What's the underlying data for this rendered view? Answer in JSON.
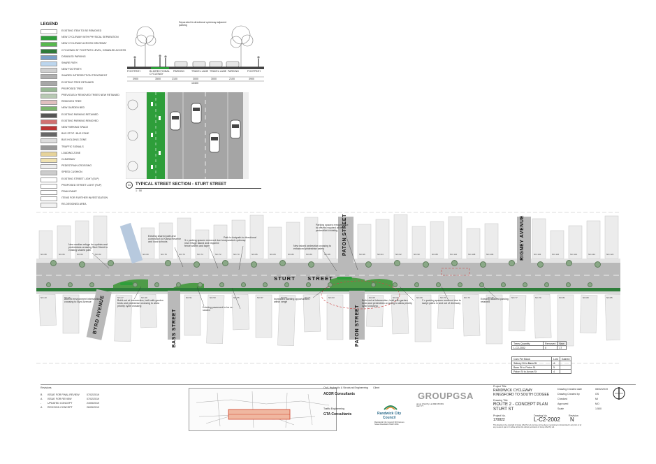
{
  "legend": {
    "title": "LEGEND",
    "items": [
      {
        "label": "EXISTING ITEM TO BE REMOVED",
        "color": "#ffffff"
      },
      {
        "label": "NEW CYCLEWAY WITH PHYSICAL SEPARATION",
        "color": "#2e9e3a"
      },
      {
        "label": "NEW CYCLEWAY ACROSS DRIVEWAY",
        "color": "#58b84e"
      },
      {
        "label": "CYCLEWAY AT FOOTPATH LEVEL, DISABLED ACCESS",
        "color": "#2f7a3a"
      },
      {
        "label": "DISABLED PARKING",
        "color": "#7aa0c8"
      },
      {
        "label": "SHARE PATH",
        "color": "#bcd6ee"
      },
      {
        "label": "NEW FOOTPATH",
        "color": "#cfcfcf"
      },
      {
        "label": "SHARED INTERSECTION TREATMENT",
        "color": "#b0b0b0"
      },
      {
        "label": "EXISTING TREE RETAINED",
        "color": "#a7a7a7"
      },
      {
        "label": "PROPOSED TREE",
        "color": "#97b894"
      },
      {
        "label": "PREVIOUSLY REMOVED TREES NEW RETAINED",
        "color": "#b7c9b3"
      },
      {
        "label": "REMOVED TREE",
        "color": "#e0bfbf"
      },
      {
        "label": "NEW GARDEN BED",
        "color": "#7bb56d"
      },
      {
        "label": "EXISTING PARKING RETAINED",
        "color": "#555555"
      },
      {
        "label": "EXISTING PARKING REMOVED",
        "color": "#d07070"
      },
      {
        "label": "NEW PARKING SPACE",
        "color": "#bb3333"
      },
      {
        "label": "BUS STOP / BUS ZONE",
        "color": "#666666"
      },
      {
        "label": "BUS HOLDING ZONE",
        "color": "#dddddd"
      },
      {
        "label": "TRAFFIC SIGNALS",
        "color": "#999999"
      },
      {
        "label": "LOADING ZONE",
        "color": "#e6d39a"
      },
      {
        "label": "CLEARWAY",
        "color": "#f0e2b0"
      },
      {
        "label": "PEDESTRIAN CROSSING",
        "color": "#eeeeee"
      },
      {
        "label": "SPEED CUSHION",
        "color": "#cccccc"
      },
      {
        "label": "EXISTING STREET LIGHT (ELP)",
        "color": "#ffffff"
      },
      {
        "label": "PROPOSED STREET LIGHT (RLP)",
        "color": "#ffffff"
      },
      {
        "label": "PRAM RAMP",
        "color": "#ffffff"
      },
      {
        "label": "ITEMS FOR FURTHER INVESTIGATION",
        "color": "#ffffff"
      },
      {
        "label": "RE-DESIGNED AREA",
        "color": "#f2f2f2"
      }
    ]
  },
  "section": {
    "title": "TYPICAL STREET SECTION - STURT STREET",
    "number": "01",
    "scale": "1 : 50",
    "note": "Separated bi-directional cycleway adjacent parking",
    "labels": [
      "FOOTPATH",
      "BI-DIRECTIONAL CYCLEWAY",
      "PARKING",
      "TRAVEL LANE",
      "TRAVEL LANE",
      "PARKING",
      "FOOTPATH"
    ],
    "dims": [
      "3900",
      "3500",
      "2100",
      "3000",
      "3000",
      "2100",
      "3900"
    ],
    "total": "13400"
  },
  "plan": {
    "streets": {
      "sturt": "STURT STREET",
      "byrd": "BYRD AVENUE",
      "bass": "BASS STREET",
      "paton_top": "PATON STREET",
      "paton_bottom": "PATON STREET",
      "rigney": "RIGNEY AVENUE"
    },
    "notes": [
      "New median refuge for cyclists and pedestrians crossing Sturt Street to existing shared path",
      "Existing shared path and connection to Kiama Reserve and local schools",
      "3 x parking spaces removed due to new refuge island and required fence widths and taper",
      "Path to footpath to directional separated cycleway",
      "New raised pedestrian crossing to enhanced pedestrian safety",
      "Parking spaces removed due to offsets required at new pedestrian crossing",
      "Altered environment intersection crossing to Byrd Avenue",
      "Build-out at intersection, built with garden beds and pedestrian crossing to allow priority cycle crossing",
      "Existing pavement to be re-sealed",
      "Increased planting opportunities within verge",
      "Build-out at intersection, built with garden beds and pedestrian crossing to allow priority cycle crossing",
      "2 x parking spaces removed due to swept paths in and out of driveway",
      "Existing disabled parking retained"
    ],
    "lots_top": [
      "NO.68",
      "NO.66",
      "NO.64",
      "NO.62",
      "NO.60",
      "NO.78",
      "NO.76",
      "NO.74",
      "NO.72",
      "NO.70",
      "NO.86",
      "NO.84",
      "NO.82",
      "NO.80",
      "NO.98",
      "NO.96",
      "NO.94",
      "NO.92",
      "NO.90",
      "NO.88",
      "NO.110",
      "NO.108",
      "NO.106",
      "NO.104",
      "NO.116",
      "NO.114",
      "NO.112",
      "NO.124",
      "NO.122",
      "NO.120",
      "NO.118"
    ],
    "lots_bottom": [
      "NO.43",
      "NO.45",
      "NO.47",
      "NO.49",
      "NO.51",
      "NO.53",
      "NO.55",
      "NO.57",
      "NO.59",
      "NO.61",
      "NO.63",
      "NO.65",
      "NO.67",
      "NO.69",
      "NO.71",
      "NO.73",
      "NO.75",
      "NO.77",
      "NO.79",
      "NO.81",
      "NO.83",
      "NO.85",
      "NO.87",
      "NO.89"
    ]
  },
  "tables": {
    "trees": {
      "headers": [
        "Trees Quantity",
        "Removed",
        "New"
      ],
      "rows": [
        [
          "L-C2-2002",
          "0",
          "17"
        ]
      ]
    },
    "cars": {
      "headers": [
        "Cars Per Block",
        "Lost",
        "Gained"
      ],
      "rows": [
        [
          "Snbury St to Bass St",
          "4",
          ""
        ],
        [
          "Bass St to Paton St",
          "5",
          ""
        ],
        [
          "Paton St to Avoca St",
          "4",
          ""
        ]
      ]
    }
  },
  "revisions": {
    "title": "Revisions",
    "rows": [
      [
        "B",
        "ISSUE FOR FINAL REVIEW",
        "07/02/2019"
      ],
      [
        "A",
        "ISSUE FOR REVIEW",
        "07/02/2019"
      ],
      [
        "-",
        "UPDATED CONCEPT",
        "24/05/2019"
      ],
      [
        "A",
        "REVISION CONCEPT",
        "26/05/2019"
      ]
    ]
  },
  "consultants": {
    "civil_label": "Civil, Hydraulic & Structural Engineering",
    "civil": "ACOR Consultants",
    "traffic_label": "Traffic Engineering",
    "traffic": "GTA Consultants"
  },
  "client": {
    "label": "Client",
    "name_line1": "Randwick City",
    "name_line2": "Council",
    "address": "Randwick City Council 30 Frances Street Randwick NSW 2031"
  },
  "designer": {
    "logo": "GROUPGSA",
    "contact": "group GSA Pty Ltd ABN 88 069 412 777"
  },
  "title_block": {
    "project_label": "Project Title",
    "project": "RANDWICK CYCLEWAY",
    "project_sub": "KINGSFORD TO SOUTH COOGEE",
    "drawing_label": "Drawing Title",
    "drawing": "ROUTE 2 - CONCEPT PLAN",
    "drawing_sub": "STURT ST",
    "project_no_label": "Project No.",
    "project_no": "170822",
    "drawing_no_label": "Drawing No.",
    "drawing_no": "L-C2-2002",
    "revision_label": "Revision",
    "revision": "N",
    "meta": [
      [
        "Drawing Created date",
        "08/02/2019"
      ],
      [
        "Drawing Created by",
        "GS"
      ],
      [
        "Checked",
        "MI"
      ],
      [
        "Approved",
        "MO"
      ],
      [
        "Scale",
        "1:500"
      ]
    ],
    "copyright": "This drawing is the copyright of Group GSA Pty Ltd and may not be altered, reproduced or transmitted in any form or by any means in part or in whole without the written permission of Group GSA Pty Ltd."
  }
}
